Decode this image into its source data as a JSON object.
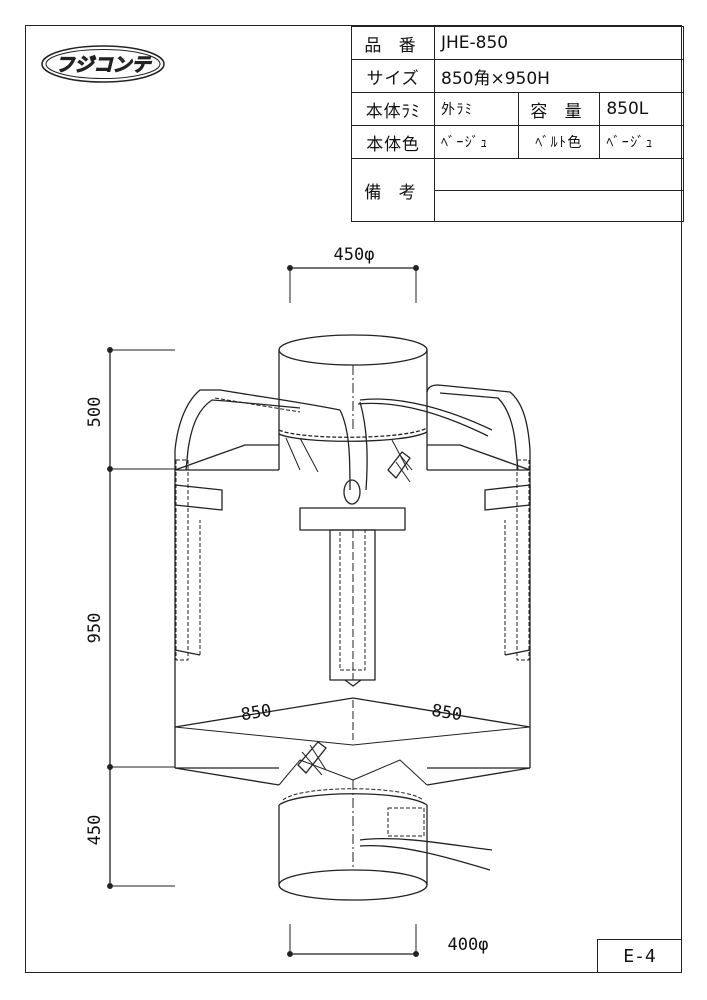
{
  "logo": {
    "text": "フジコンテ"
  },
  "spec": {
    "product_no_label": "品 番",
    "product_no": "JHE-850",
    "size_label": "サイズ",
    "size": "850角×950H",
    "body_lam_label": "本体ﾗﾐ",
    "body_lam": "外ﾗﾐ",
    "capacity_label": "容 量",
    "capacity": "850L",
    "body_color_label": "本体色",
    "body_color": "ﾍﾞｰｼﾞｭ",
    "belt_color_label": "ﾍﾞﾙﾄ色",
    "belt_color": "ﾍﾞｰｼﾞｭ",
    "remarks_label": "備 考",
    "remarks_1": "",
    "remarks_2": ""
  },
  "dimensions": {
    "top_spout": "450φ",
    "bottom_spout": "400φ",
    "height_top": "500",
    "height_body": "950",
    "height_bottom": "450",
    "width_left": "850",
    "width_right": "850"
  },
  "drawing_code": "E-4"
}
